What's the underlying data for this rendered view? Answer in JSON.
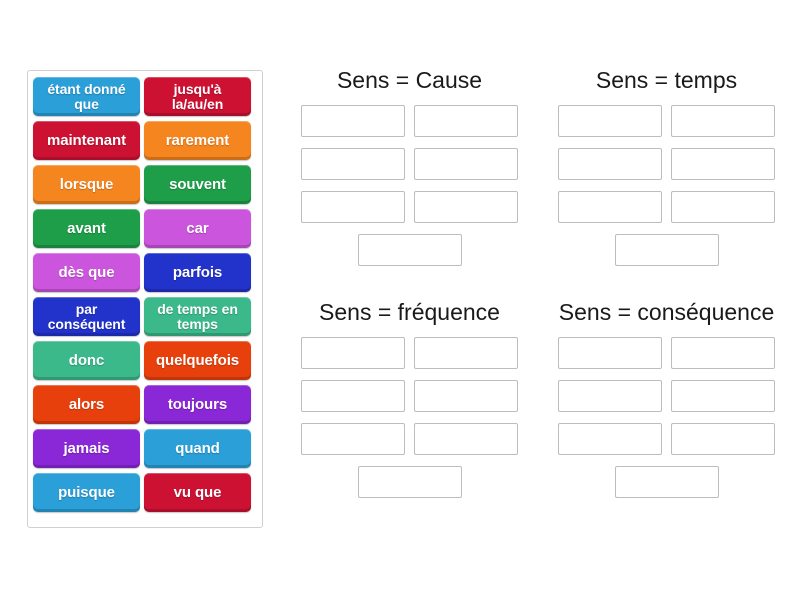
{
  "tile_pool": {
    "name": "word-tile-pool",
    "tiles": [
      {
        "label": "étant donné que",
        "color": "#2a9fd8",
        "lines": 2
      },
      {
        "label": "jusqu'à la/au/en",
        "color": "#cc1133",
        "lines": 2
      },
      {
        "label": "maintenant",
        "color": "#cc1133",
        "lines": 1
      },
      {
        "label": "rarement",
        "color": "#f5851f",
        "lines": 1
      },
      {
        "label": "lorsque",
        "color": "#f5851f",
        "lines": 1
      },
      {
        "label": "souvent",
        "color": "#1f9e4a",
        "lines": 1
      },
      {
        "label": "avant",
        "color": "#1f9e4a",
        "lines": 1
      },
      {
        "label": "car",
        "color": "#cc55dd",
        "lines": 1
      },
      {
        "label": "dès que",
        "color": "#cc55dd",
        "lines": 1
      },
      {
        "label": "parfois",
        "color": "#2233cc",
        "lines": 1
      },
      {
        "label": "par conséquent",
        "color": "#2233cc",
        "lines": 2
      },
      {
        "label": "de temps en temps",
        "color": "#3cb98a",
        "lines": 2
      },
      {
        "label": "donc",
        "color": "#3cb98a",
        "lines": 1
      },
      {
        "label": "quelquefois",
        "color": "#e8400c",
        "lines": 1
      },
      {
        "label": "alors",
        "color": "#e8400c",
        "lines": 1
      },
      {
        "label": "toujours",
        "color": "#8a27d6",
        "lines": 1
      },
      {
        "label": "jamais",
        "color": "#8a27d6",
        "lines": 1
      },
      {
        "label": "quand",
        "color": "#2a9fd8",
        "lines": 1
      },
      {
        "label": "puisque",
        "color": "#2a9fd8",
        "lines": 1
      },
      {
        "label": "vu que",
        "color": "#cc1133",
        "lines": 1
      }
    ]
  },
  "groups": [
    {
      "title": "Sens = Cause",
      "slot_count": 7,
      "slots": [
        "",
        "",
        "",
        "",
        "",
        "",
        ""
      ]
    },
    {
      "title": "Sens = temps",
      "slot_count": 7,
      "slots": [
        "",
        "",
        "",
        "",
        "",
        "",
        ""
      ]
    },
    {
      "title": "Sens = fréquence",
      "slot_count": 7,
      "slots": [
        "",
        "",
        "",
        "",
        "",
        "",
        ""
      ]
    },
    {
      "title": "Sens = conséquence",
      "slot_count": 7,
      "slots": [
        "",
        "",
        "",
        "",
        "",
        "",
        ""
      ]
    }
  ],
  "theme": {
    "background": "#ffffff",
    "pool_border": "#d0d0d0",
    "slot_border": "#bdbdbd",
    "title_color": "#1a1a1a"
  }
}
